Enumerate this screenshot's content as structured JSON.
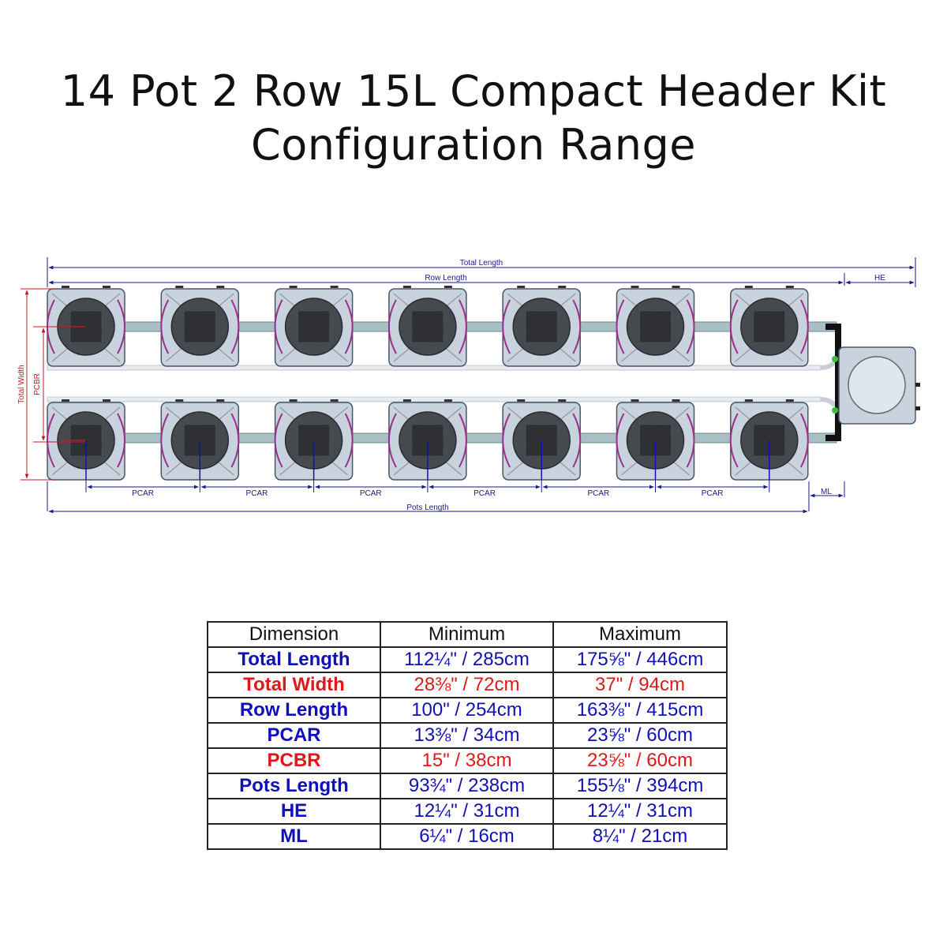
{
  "title": {
    "line1": "14 Pot 2 Row 15L Compact Header Kit",
    "line2": "Configuration Range"
  },
  "diagram": {
    "labels": {
      "total_length": "Total Length",
      "row_length": "Row Length",
      "he": "HE",
      "total_width": "Total Width",
      "pcbr": "PCBR",
      "pcar": "PCAR",
      "ml": "ML",
      "pots_length": "Pots Length"
    },
    "pots_per_row": 7,
    "rows": 2,
    "colors": {
      "dimension_line": "#1a1a8a",
      "width_dimension": "#c41a2a",
      "pot_body": "#c9d3de",
      "pipe": "#a8bfc4",
      "hose": "#9b2f8a"
    }
  },
  "table": {
    "headers": [
      "Dimension",
      "Minimum",
      "Maximum"
    ],
    "rows": [
      {
        "name": "Total Length",
        "min": "112¼\" / 285cm",
        "max": "175⅝\" / 446cm",
        "color": "blue"
      },
      {
        "name": "Total Width",
        "min": "28⅜\" / 72cm",
        "max": "37\" / 94cm",
        "color": "red"
      },
      {
        "name": "Row Length",
        "min": "100\" / 254cm",
        "max": "163⅜\" / 415cm",
        "color": "blue"
      },
      {
        "name": "PCAR",
        "min": "13⅜\" / 34cm",
        "max": "23⅝\" / 60cm",
        "color": "blue"
      },
      {
        "name": "PCBR",
        "min": "15\" / 38cm",
        "max": "23⅝\" / 60cm",
        "color": "red"
      },
      {
        "name": "Pots Length",
        "min": "93¾\" / 238cm",
        "max": "155⅛\" / 394cm",
        "color": "blue"
      },
      {
        "name": "HE",
        "min": "12¼\" / 31cm",
        "max": "12¼\" / 31cm",
        "color": "blue"
      },
      {
        "name": "ML",
        "min": "6¼\" / 16cm",
        "max": "8¼\" / 21cm",
        "color": "blue"
      }
    ]
  }
}
